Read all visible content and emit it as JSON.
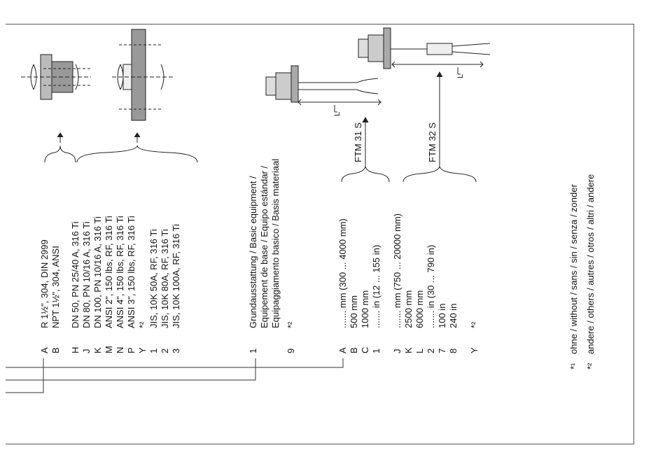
{
  "connections": [
    {
      "code": "A",
      "text": "R 1½\",      304,   DIN 2999"
    },
    {
      "code": "B",
      "text": "NPT 1½\", 304,  ANSI"
    },
    {
      "code": "H",
      "text": "DN 50,    PN 25/40 A,    316 Ti"
    },
    {
      "code": "J",
      "text": "DN 80,    PN 10/16 A,    316 Ti"
    },
    {
      "code": "K",
      "text": "DN 100,  PN 10/16 A,    316 Ti"
    },
    {
      "code": "M",
      "text": "ANSI 2\", 150 lbs,      RF, 316 Ti"
    },
    {
      "code": "N",
      "text": "ANSI 4\", 150 lbs,      RF, 316 Ti"
    },
    {
      "code": "P",
      "text": "ANSI 3\", 150 lbs,      RF, 316 Ti"
    },
    {
      "code": "Y",
      "text": "*²"
    },
    {
      "code": "1",
      "text": "JIS,                10K 50A,   RF, 316 Ti"
    },
    {
      "code": "2",
      "text": "JIS,                10K 80A,   RF, 316 Ti"
    },
    {
      "code": "3",
      "text": "JIS,                10K 100A, RF, 316 Ti"
    }
  ],
  "equipment": [
    {
      "code": "1",
      "text": "Grundausstattung / Basic equipment /"
    },
    {
      "code": "",
      "text": "Equipement de base / Equipo estándar /"
    },
    {
      "code": "",
      "text": "Equipaggiamento basico / Basis materiaal"
    },
    {
      "code": "9",
      "text": "*²"
    }
  ],
  "lengths_ftm31": [
    {
      "code": "A",
      "text": "....... mm (300 ... 4000 mm)"
    },
    {
      "code": "B",
      "text": "500 mm"
    },
    {
      "code": "C",
      "text": "1000 mm"
    },
    {
      "code": "1",
      "text": "....... in    (12 ... 155 in)"
    }
  ],
  "lengths_ftm32": [
    {
      "code": "J",
      "text": "....... mm (750 ... 20000 mm)"
    },
    {
      "code": "K",
      "text": "2500 mm"
    },
    {
      "code": "L",
      "text": "6000 mm"
    },
    {
      "code": "2",
      "text": "....... in    (30 ... 790 in)"
    },
    {
      "code": "7",
      "text": "100 in"
    },
    {
      "code": "8",
      "text": "240 in"
    }
  ],
  "lengths_other": [
    {
      "code": "Y",
      "text": "*²"
    }
  ],
  "labels": {
    "ftm31": "FTM 31 S",
    "ftm32": "FTM 32 S",
    "length_mark_1": "L",
    "length_mark_2": "L"
  },
  "footnotes": [
    {
      "mark": "*¹",
      "text": "ohne / without / sans / sin / senza / zonder"
    },
    {
      "mark": "*²",
      "text": "andere / others / autres / otros / altri / andere"
    }
  ]
}
